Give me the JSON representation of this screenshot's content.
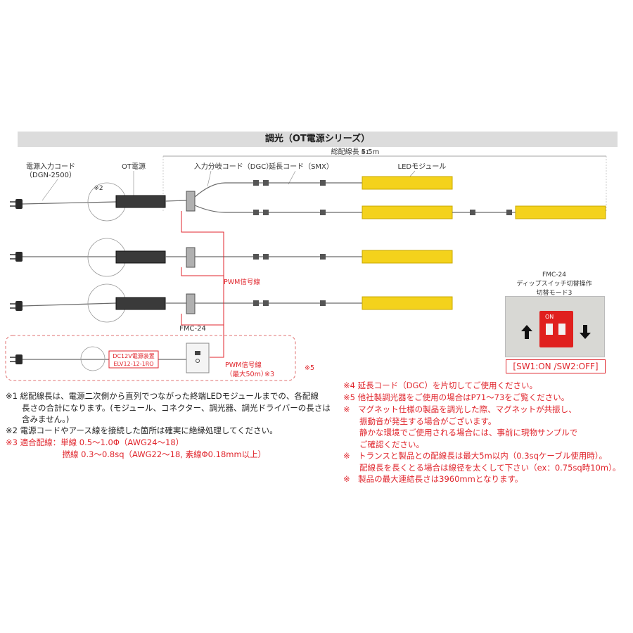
{
  "title": "調光（OT電源シリーズ）",
  "total_length_label": "総配線長 5.5m",
  "total_length_note": "※1",
  "labels": {
    "power_cord": "電源入力コード",
    "power_cord_model": "（DGN-2500）",
    "ot_power": "OT電源",
    "branch_cord": "入力分岐コード（DGC）",
    "extension_cord": "延長コード（SMX）",
    "led_module": "LEDモジュール",
    "note2_marker": "※2",
    "pwm_signal": "PWM信号線",
    "fmc": "FMC-24",
    "dc_device_1": "DC12V電源装置",
    "dc_device_2": "ELV12-12-1RO",
    "pwm_signal_2": "PWM信号線",
    "pwm_max": "（最大50m）",
    "note3_marker": "※3",
    "note5_marker": "※5"
  },
  "dip_switch": {
    "model": "FMC-24",
    "line1": "ディップスイッチ切替操作",
    "line2": "切替モード3",
    "on_text": "ON",
    "state": "[SW1:ON /SW2:OFF]",
    "up_arrow": "up-arrow-icon",
    "down_arrow": "down-arrow-icon"
  },
  "notes_left": [
    {
      "text": "※1 総配線長は、電源二次側から直列でつながった終端LEDモジュールまでの、各配線\n　　長さの合計になります。(モジュール、コネクター、調光器、調光ドライバーの長さは\n　　含みません。)",
      "color": "black"
    },
    {
      "text": "※2 電源コードやアース線を接続した箇所は確実に絶縁処理してください。",
      "color": "black"
    },
    {
      "text": "※3 適合配線：単線 0.5～1.0Φ（AWG24～18）\n　　　　　　　撚線 0.3～0.8sq（AWG22～18, 素線Φ0.18mm以上）",
      "color": "red"
    }
  ],
  "notes_right": [
    {
      "text": "※4 延長コード（DGC）を片切してご使用ください。",
      "color": "red"
    },
    {
      "text": "※5 他社製調光器をご使用の場合はP71～73をご覧ください。",
      "color": "red"
    },
    {
      "text": "※　マグネット仕様の製品を調光した際、マグネットが共振し、\n　　振動音が発生する場合がございます。\n　　静かな環境でご使用される場合には、事前に現物サンプルで\n　　ご確認ください。",
      "color": "red"
    },
    {
      "text": "※　トランスと製品との配線長は最大5m以内（0.3sqケーブル使用時）。\n　　配線長を長くとる場合は線径を太くして下さい（ex：0.75sq時10m）。",
      "color": "red"
    },
    {
      "text": "※　製品の最大連結長さは3960mmとなります。",
      "color": "red"
    }
  ],
  "colors": {
    "led": "#f4d21c",
    "led_edge": "#c9a800",
    "signal": "#e0262d",
    "wire": "#6a6a6a",
    "title_bg": "#dcdcdc"
  }
}
